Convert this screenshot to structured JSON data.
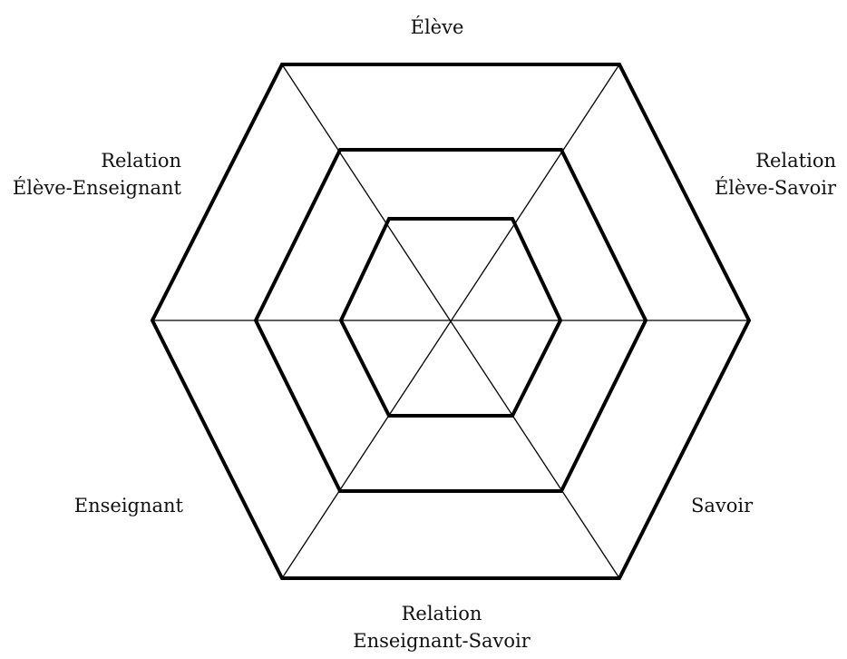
{
  "diagram": {
    "labels": {
      "top": [
        "Élève"
      ],
      "upper_left": [
        "Relation",
        "Élève-Enseignant"
      ],
      "upper_right": [
        "Relation",
        "Élève-Savoir"
      ],
      "lower_left": [
        "Enseignant"
      ],
      "lower_right": [
        "Savoir"
      ],
      "bottom": [
        "Relation",
        "Enseignant-Savoir"
      ]
    },
    "line_color": "#000000",
    "background": "#ffffff"
  }
}
